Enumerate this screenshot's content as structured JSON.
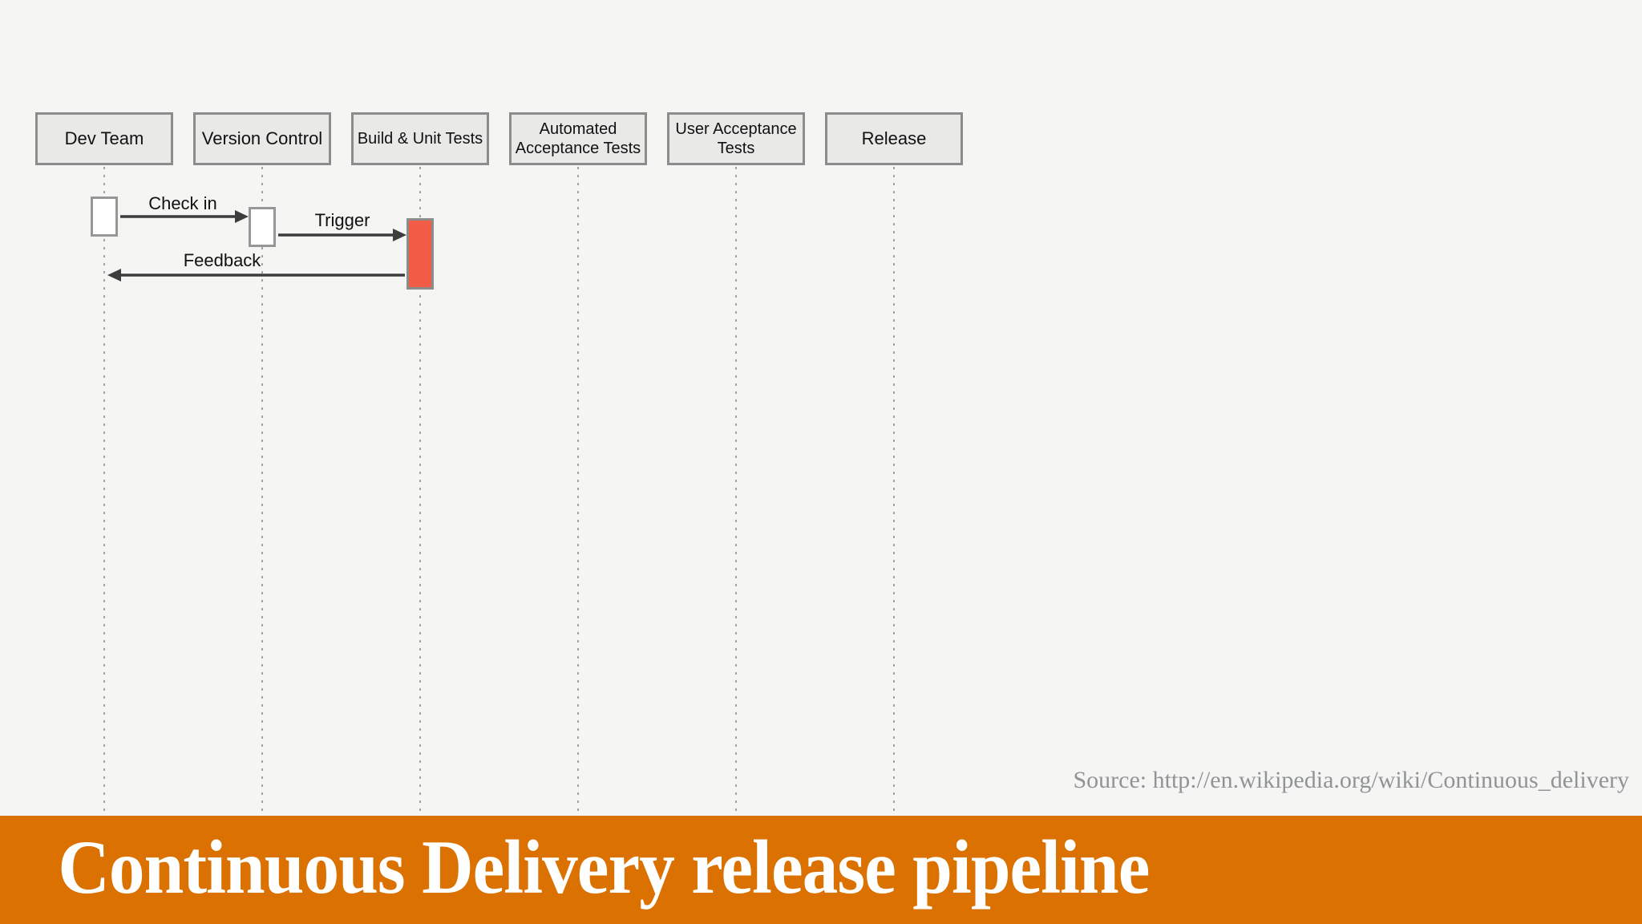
{
  "colors": {
    "page-bg": "#f5f5f3",
    "banner-orange": "#da7100",
    "activation-red": "#f25b45",
    "actor-fill": "#e9e9e8",
    "actor-border": "#8c8c8c",
    "activation-border": "#979797",
    "arrow": "#3d3d3d",
    "lifeline": "#a3a3a3",
    "source-gray": "#919497",
    "title-white": "#ffffff",
    "label-text": "#111111"
  },
  "diagram": {
    "actors": [
      {
        "label": "Dev Team"
      },
      {
        "label": "Version Control"
      },
      {
        "label": "Build & Unit Tests"
      },
      {
        "label": "Automated Acceptance Tests"
      },
      {
        "label": "User Acceptance Tests"
      },
      {
        "label": "Release"
      }
    ],
    "messages": [
      {
        "label": "Check in",
        "from": "Dev Team",
        "to": "Version Control"
      },
      {
        "label": "Trigger",
        "from": "Version Control",
        "to": "Build & Unit Tests"
      },
      {
        "label": "Feedback",
        "from": "Build & Unit Tests",
        "to": "Dev Team"
      }
    ]
  },
  "source": {
    "text": "Source: http://en.wikipedia.org/wiki/Continuous_delivery"
  },
  "banner": {
    "title": "Continuous Delivery release pipeline"
  }
}
